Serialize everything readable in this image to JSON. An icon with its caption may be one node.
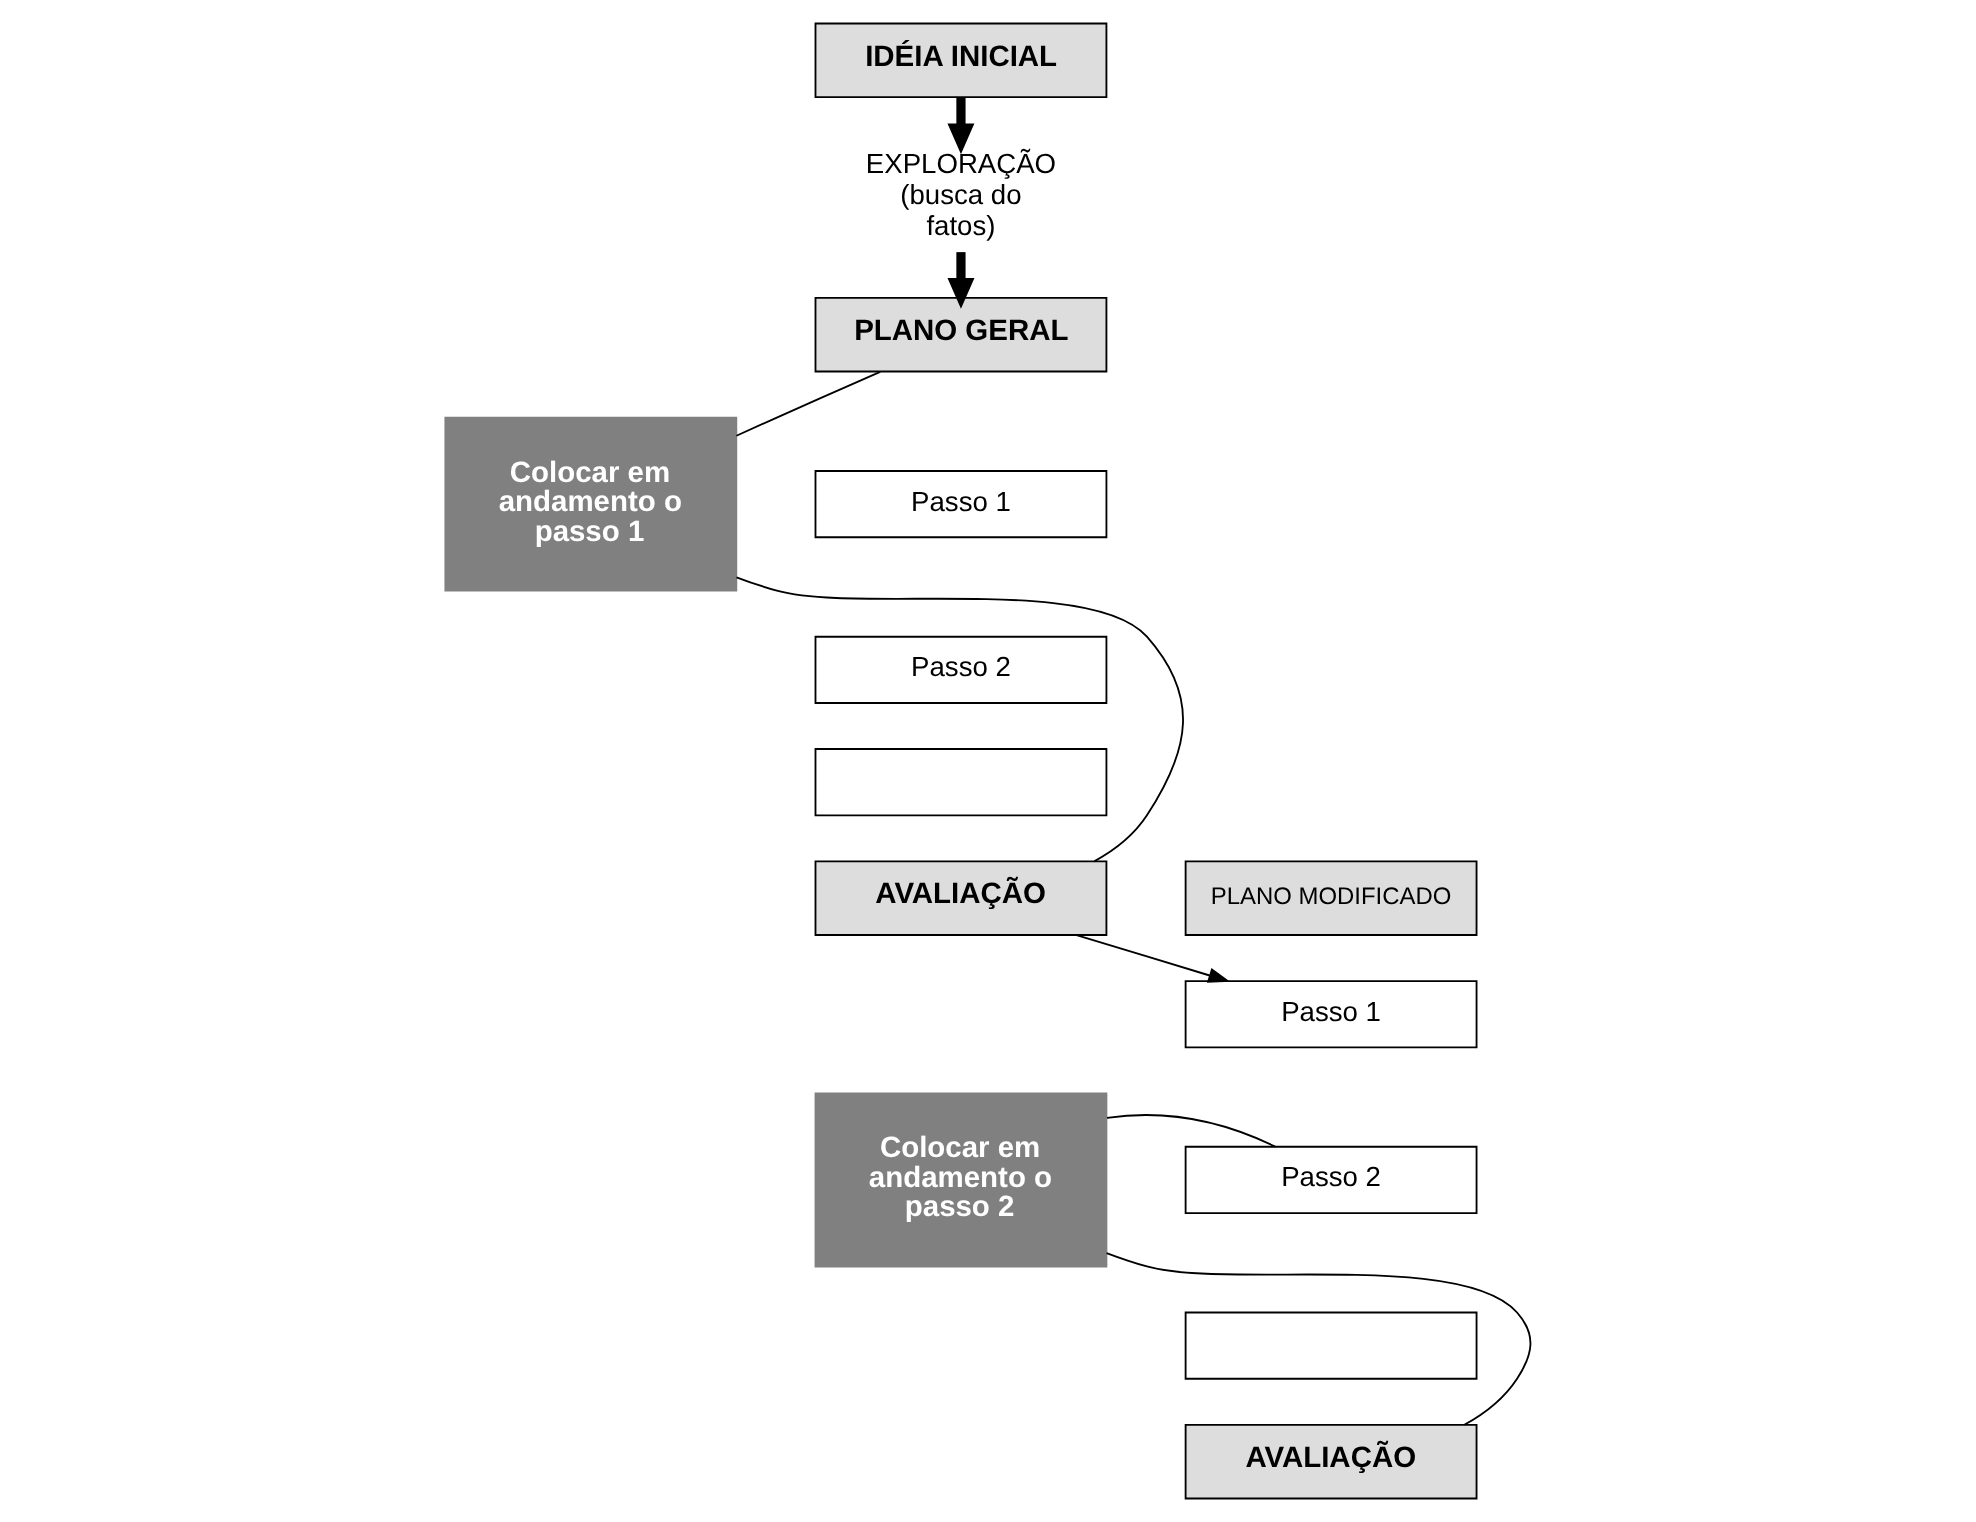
{
  "diagram": {
    "nodes": [
      {
        "text": [
          "IDÉIA INICIAL"
        ]
      },
      {
        "text": [
          "EXPLORAÇÃO (busca do fatos)"
        ]
      },
      {
        "text": [
          "PLANO GERAL"
        ]
      },
      {
        "text": [
          "Passo 1"
        ]
      },
      {
        "text": [
          "Passo 2"
        ]
      },
      {
        "text": [],
        "shape": "box"
      },
      {
        "text": [
          "Colocar em andamento o passo 1"
        ]
      },
      {
        "text": [
          "AVALIAÇÃO"
        ]
      },
      {
        "text": [
          "PLANO MODIFICADO"
        ]
      },
      {
        "text": [
          "Passo 1"
        ]
      },
      {
        "text": [
          "Passo 2"
        ]
      },
      {
        "text": [],
        "shape": "box"
      },
      {
        "text": [
          "Colocar em andamento o passo 2"
        ]
      },
      {
        "text": [
          "AVALIAÇÃO"
        ]
      }
    ],
    "edges": [
      {
        "from": 0,
        "to": 1,
        "arrow": "to",
        "style": "thick"
      },
      {
        "from": 1,
        "to": 2,
        "arrow": "to",
        "style": "thick"
      },
      {
        "from": 6,
        "to": 2,
        "arrow": "none"
      },
      {
        "from": 6,
        "to": 7,
        "arrow": "none"
      },
      {
        "from": 7,
        "to": 9,
        "arrow": "to"
      },
      {
        "from": 12,
        "to": 10,
        "arrow": "none"
      },
      {
        "from": 12,
        "to": 13,
        "arrow": "none"
      }
    ]
  }
}
